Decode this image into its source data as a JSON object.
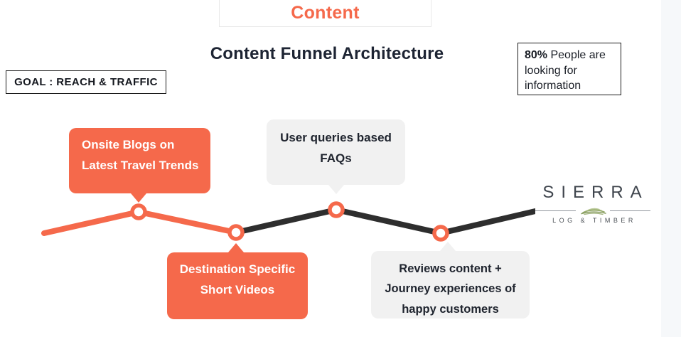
{
  "header": {
    "tab_label": "Content",
    "title": "Content Funnel Architecture",
    "goal_label": "GOAL : REACH & TRAFFIC"
  },
  "stat": {
    "highlight": "80%",
    "rest": " People are looking for information"
  },
  "callouts": [
    {
      "text": "Onsite Blogs on Latest Travel Trends",
      "variant": "orange"
    },
    {
      "text": "User queries based FAQs",
      "variant": "gray"
    },
    {
      "text": "Destination Specific Short Videos",
      "variant": "orange"
    },
    {
      "text": "Reviews content + Journey experiences of happy customers",
      "variant": "gray"
    }
  ],
  "logo": {
    "name": "SIERRA",
    "tagline": "LOG & TIMBER",
    "icon": "pine-grove-icon"
  },
  "colors": {
    "accent_orange": "#F5694B",
    "dark_line": "#2E2E2E",
    "gray_callout": "#F1F1F1",
    "text_dark": "#1D2433",
    "logo_green": "#8AA05C"
  }
}
